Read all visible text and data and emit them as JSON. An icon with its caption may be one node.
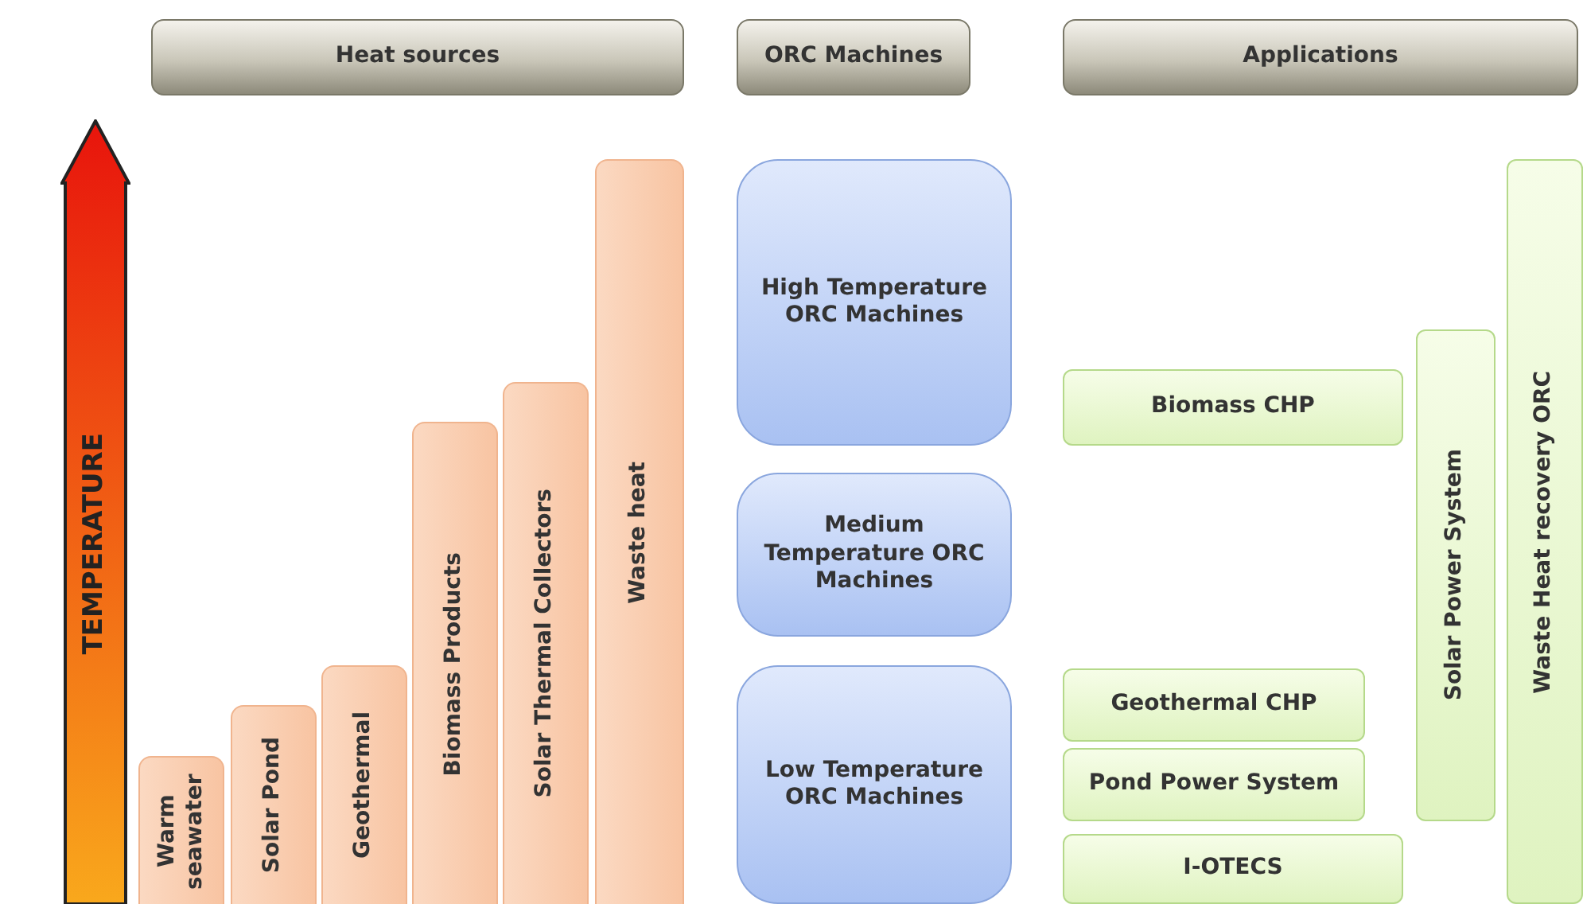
{
  "diagram": {
    "nodes": [
      {
        "text": [
          "Heat sources"
        ]
      },
      {
        "text": [
          "ORC Machines"
        ]
      },
      {
        "text": [
          "Applications"
        ]
      },
      {
        "text": [
          "TEMPERATURE"
        ]
      },
      {
        "text": [
          "Warm seawater"
        ]
      },
      {
        "text": [
          "Solar Pond"
        ]
      },
      {
        "text": [
          "Geothermal"
        ]
      },
      {
        "text": [
          "Biomass Products"
        ]
      },
      {
        "text": [
          "Solar Thermal Collectors"
        ]
      },
      {
        "text": [
          "Waste heat"
        ]
      },
      {
        "text": [
          "High Temperature ORC Machines"
        ]
      },
      {
        "text": [
          "Medium Temperature ORC Machines"
        ]
      },
      {
        "text": [
          "Low Temperature ORC Machines"
        ]
      },
      {
        "text": [
          "Biomass CHP"
        ]
      },
      {
        "text": [
          "Geothermal CHP"
        ]
      },
      {
        "text": [
          "Pond Power System"
        ]
      },
      {
        "text": [
          "I-OTECS"
        ]
      },
      {
        "text": [
          "Solar Power System"
        ]
      },
      {
        "text": [
          "Waste Heat recovery ORC"
        ]
      }
    ]
  }
}
